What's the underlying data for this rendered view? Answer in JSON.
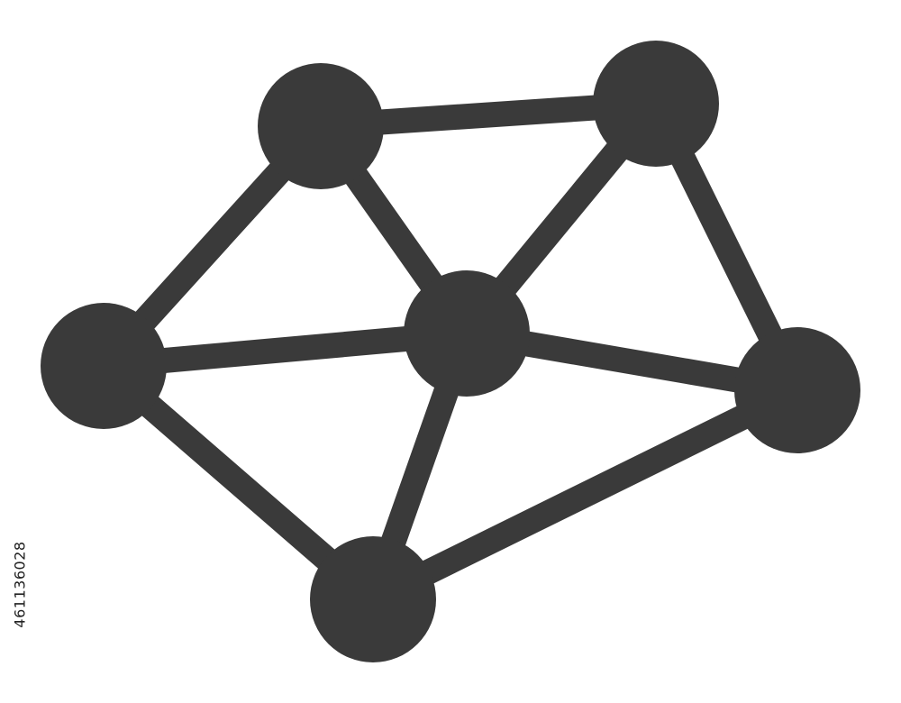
{
  "icon": {
    "name": "network-icon",
    "color": "#3a3a3a",
    "background": "#ffffff",
    "nodes": [
      "node-top-left",
      "node-top-right",
      "node-left",
      "node-center",
      "node-right",
      "node-bottom"
    ],
    "links": [
      [
        "node-top-left",
        "node-top-right"
      ],
      [
        "node-top-left",
        "node-left"
      ],
      [
        "node-top-left",
        "node-center"
      ],
      [
        "node-top-right",
        "node-center"
      ],
      [
        "node-top-right",
        "node-right"
      ],
      [
        "node-left",
        "node-center"
      ],
      [
        "node-left",
        "node-bottom"
      ],
      [
        "node-center",
        "node-right"
      ],
      [
        "node-center",
        "node-bottom"
      ],
      [
        "node-right",
        "node-bottom"
      ]
    ]
  },
  "image_id": "461136028"
}
